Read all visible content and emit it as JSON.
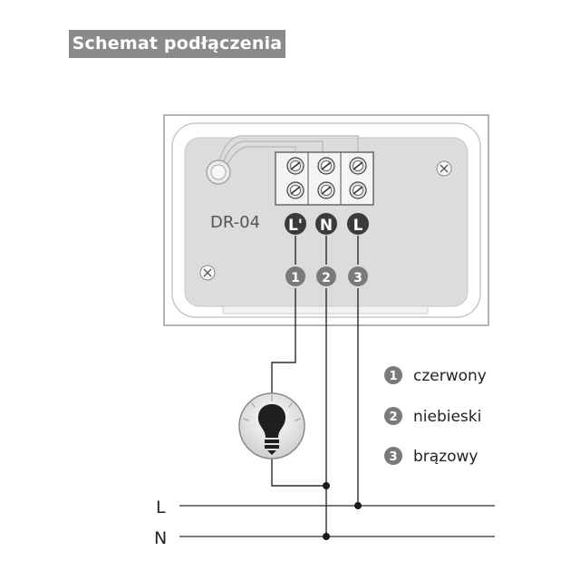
{
  "title": "Schemat podłączenia",
  "device": {
    "model": "DR-04"
  },
  "terminals": [
    {
      "label": "L'",
      "number": "1"
    },
    {
      "label": "N",
      "number": "2"
    },
    {
      "label": "L",
      "number": "3"
    }
  ],
  "legend": [
    {
      "number": "1",
      "text": "czerwony"
    },
    {
      "number": "2",
      "text": "niebieski"
    },
    {
      "number": "3",
      "text": "brązowy"
    }
  ],
  "lines": {
    "l": "L",
    "n": "N"
  },
  "icons": {
    "screw": "screw-icon",
    "lamp": "light-bulb-icon",
    "mount": "mounting-hole-icon"
  },
  "colors": {
    "badge": "#8a8a8a",
    "dark": "#3a3a3a",
    "line": "#2a2a2a",
    "device": "#d6d6d6"
  }
}
